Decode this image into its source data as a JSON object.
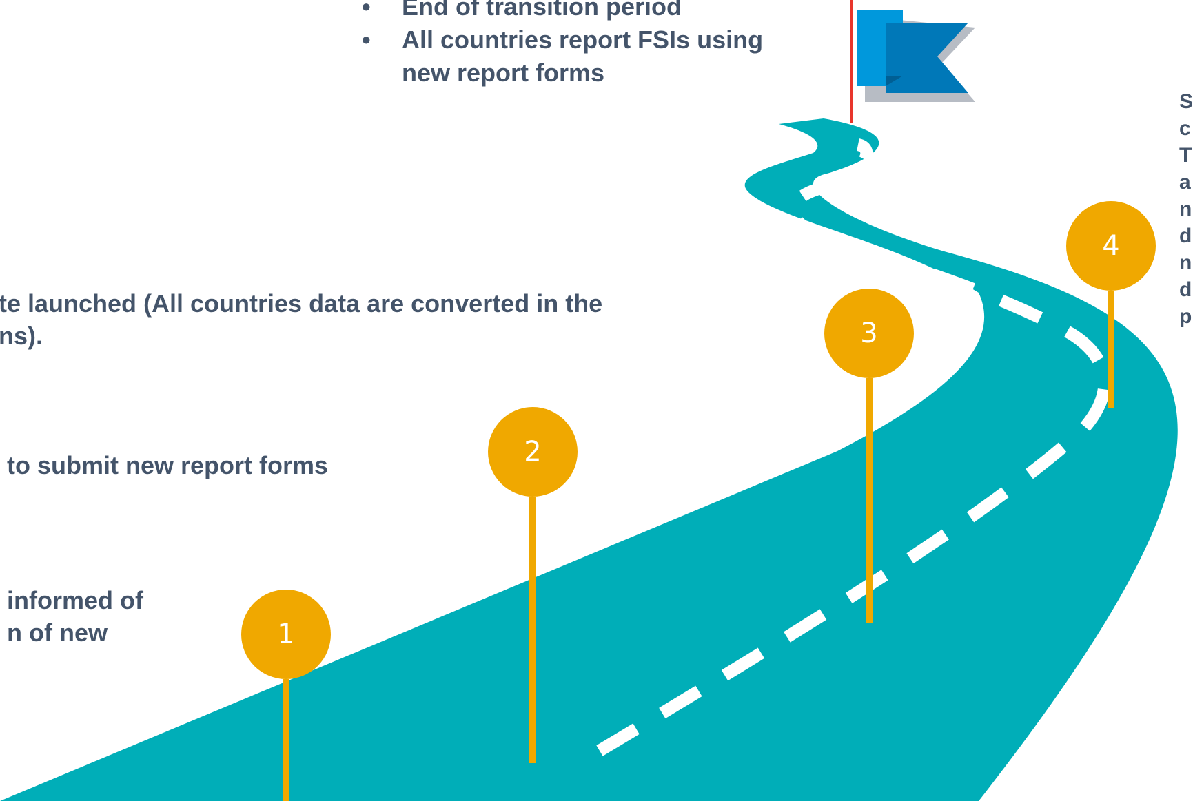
{
  "colors": {
    "road": "#00aeb8",
    "lane_marking": "#ffffff",
    "marker": "#f0a800",
    "flag_light": "#0098dc",
    "flag_dark": "#0078b8",
    "flag_shadow": "#b7bcc4",
    "pole": "#e8352c",
    "text": "#44546a"
  },
  "top_milestone": {
    "bullet_symbol": "•",
    "items": [
      {
        "text": "End of transition period"
      },
      {
        "text": "All countries report FSIs using"
      }
    ],
    "continuation": "new report forms"
  },
  "milestones": [
    {
      "number": "1",
      "text_lines": [
        "informed of",
        "n of new"
      ]
    },
    {
      "number": "2",
      "text_lines": [
        "to submit new report forms"
      ]
    },
    {
      "number": "3",
      "text_lines": [
        "te launched (All countries data are converted in the",
        "ns)."
      ]
    },
    {
      "number": "4",
      "text_lines": [
        "S",
        "c",
        "T",
        "a",
        "n",
        "d",
        "n",
        "d",
        "p"
      ]
    }
  ],
  "icons": {
    "goal": "flag-icon",
    "path": "road-icon",
    "stop": "location-pin-icon"
  }
}
